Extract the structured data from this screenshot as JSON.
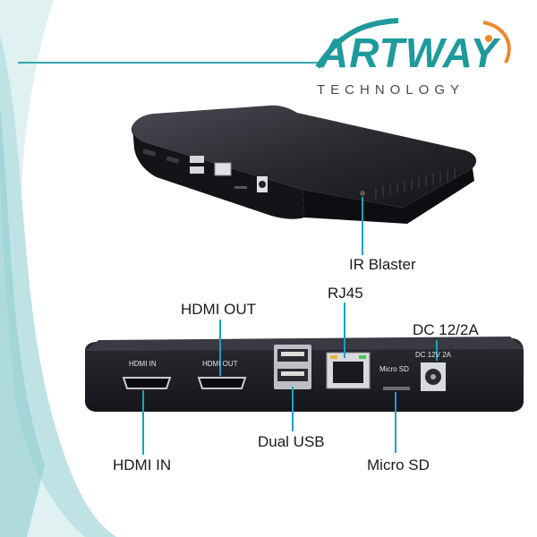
{
  "brand": {
    "name": "ARTWAY",
    "subtitle": "TECHNOLOGY",
    "accent_color": "#1f9a9c",
    "secondary_color": "#e98a2b"
  },
  "callouts": {
    "ir_blaster": "IR Blaster",
    "hdmi_out": "HDMI OUT",
    "rj45": "RJ45",
    "dc": "DC 12/2A",
    "hdmi_in": "HDMI IN",
    "dual_usb": "Dual USB",
    "micro_sd": "Micro SD"
  },
  "device_labels": {
    "hdmi_in": "HDMI IN",
    "hdmi_out": "HDMI OUT",
    "micro_sd": "Micro SD",
    "dc": "DC 12V 2A"
  },
  "colors": {
    "callout_line": "#1aa0c8",
    "device_body": "#1c1c22"
  }
}
